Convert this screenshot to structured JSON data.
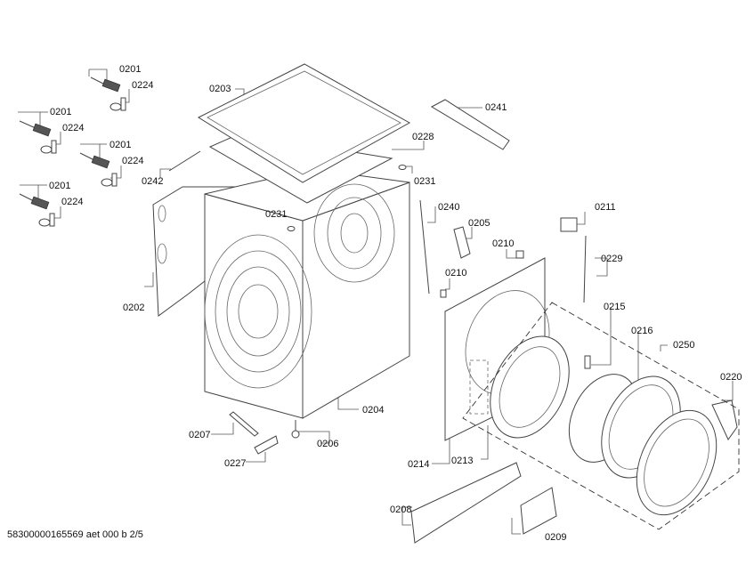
{
  "document_id": "58300000165569 aet 000 b 2/5",
  "labels": {
    "p0201_a": "0201",
    "p0224_a": "0224",
    "p0201_b": "0201",
    "p0224_b": "0224",
    "p0201_c": "0201",
    "p0224_c": "0224",
    "p0201_d": "0201",
    "p0224_d": "0224",
    "p0203": "0203",
    "p0228": "0228",
    "p0231_a": "0231",
    "p0231_b": "0231",
    "p0241": "0241",
    "p0242": "0242",
    "p0202": "0202",
    "p0240": "0240",
    "p0205": "0205",
    "p0210_a": "0210",
    "p0210_b": "0210",
    "p0211": "0211",
    "p0229": "0229",
    "p0215": "0215",
    "p0216": "0216",
    "p0250": "0250",
    "p0220": "0220",
    "p0204": "0204",
    "p0207": "0207",
    "p0206": "0206",
    "p0227": "0227",
    "p0214": "0214",
    "p0213": "0213",
    "p0208": "0208",
    "p0209": "0209"
  }
}
